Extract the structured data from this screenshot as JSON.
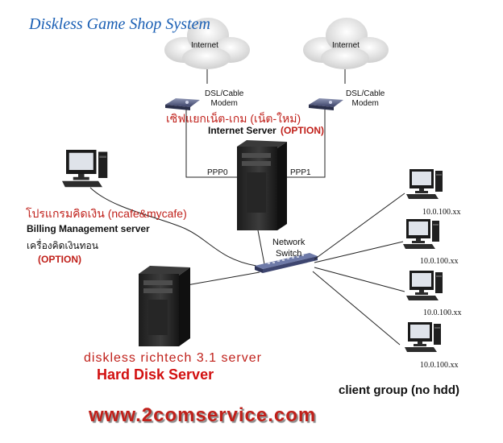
{
  "title": "Diskless Game Shop System",
  "internet_left": "Internet",
  "internet_right": "Internet",
  "modem_left": {
    "line1": "DSL/Cable",
    "line2": "Modem"
  },
  "modem_right": {
    "line1": "DSL/Cable",
    "line2": "Modem"
  },
  "internet_server": {
    "thai_label": "เซิฟแยกเน็ต-เกม (เน็ต-ใหม่)",
    "name": "Internet Server",
    "option": "(OPTION)"
  },
  "ppp0": "PPP0",
  "ppp1": "PPP1",
  "billing": {
    "thai_label": "โปรแกรมคิดเงิน (ncafe&mycafe)",
    "name": "Billing Management server",
    "thai_desc": "เครื่องคิดเงินทอน",
    "option": "(OPTION)"
  },
  "network_switch": {
    "line1": "Network",
    "line2": "Switch"
  },
  "clients": [
    "10.0.100.xx",
    "10.0.100.xx",
    "10.0.100.xx",
    "10.0.100.xx"
  ],
  "hard_disk_server": {
    "subtitle": "diskless richtech 3.1 server",
    "title": "Hard Disk Server"
  },
  "client_group": "client group (no hdd)",
  "website": "www.2comservice.com"
}
